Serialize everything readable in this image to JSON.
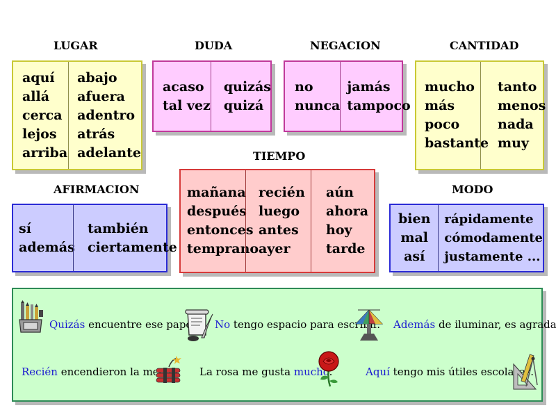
{
  "categories": {
    "lugar": {
      "heading": "LUGAR",
      "col1": [
        "aquí",
        "allá",
        "cerca",
        "lejos",
        "arriba"
      ],
      "col2": [
        "abajo",
        "afuera",
        "adentro",
        "atrás",
        "adelante"
      ]
    },
    "duda": {
      "heading": "DUDA",
      "col1": [
        "acaso",
        "tal vez"
      ],
      "col2": [
        "quizás",
        "quizá"
      ]
    },
    "negacion": {
      "heading": "NEGACION",
      "col1": [
        "no",
        "nunca"
      ],
      "col2": [
        "jamás",
        "tampoco"
      ]
    },
    "cantidad": {
      "heading": "CANTIDAD",
      "col1": [
        "mucho",
        "más",
        "poco",
        "bastante"
      ],
      "col2": [
        "tanto",
        "menos",
        "nada",
        "muy"
      ]
    },
    "tiempo": {
      "heading": "TIEMPO",
      "col1": [
        "mañana",
        "después",
        "entonces",
        "temprano"
      ],
      "col2": [
        "recién",
        "luego",
        "antes",
        "ayer"
      ],
      "col3": [
        "aún",
        "ahora",
        "hoy",
        "tarde"
      ]
    },
    "afirmacion": {
      "heading": "AFIRMACION",
      "col1": [
        "sí",
        "además"
      ],
      "col2": [
        "también",
        "ciertamente"
      ]
    },
    "modo": {
      "heading": "MODO",
      "col1": [
        "bien",
        "mal",
        "así"
      ],
      "col2": [
        "rápidamente",
        "cómodamente",
        "justamente ..."
      ]
    }
  },
  "examples": {
    "e1": {
      "hl": "Quizás",
      "rest": " encuentre ese papel."
    },
    "e2": {
      "hl": "No",
      "rest": " tengo espacio para escribir."
    },
    "e3": {
      "hl": "Además",
      "rest": " de iluminar, es agradable."
    },
    "e4": {
      "hl": "Recién",
      "rest": " encendieron la mecha."
    },
    "e5": {
      "pre": "La rosa me gusta ",
      "hl": "mucho",
      "post": "."
    },
    "e6": {
      "hl": "Aquí",
      "rest": " tengo mis útiles escolares."
    }
  },
  "icons": [
    "pencil-cup-icon",
    "quill-scroll-icon",
    "lamp-icon",
    "dynamite-icon",
    "rose-icon",
    "school-tools-icon"
  ],
  "colors": {
    "highlight": "#1a1ad0",
    "examples_bg": "#ccffcc"
  }
}
